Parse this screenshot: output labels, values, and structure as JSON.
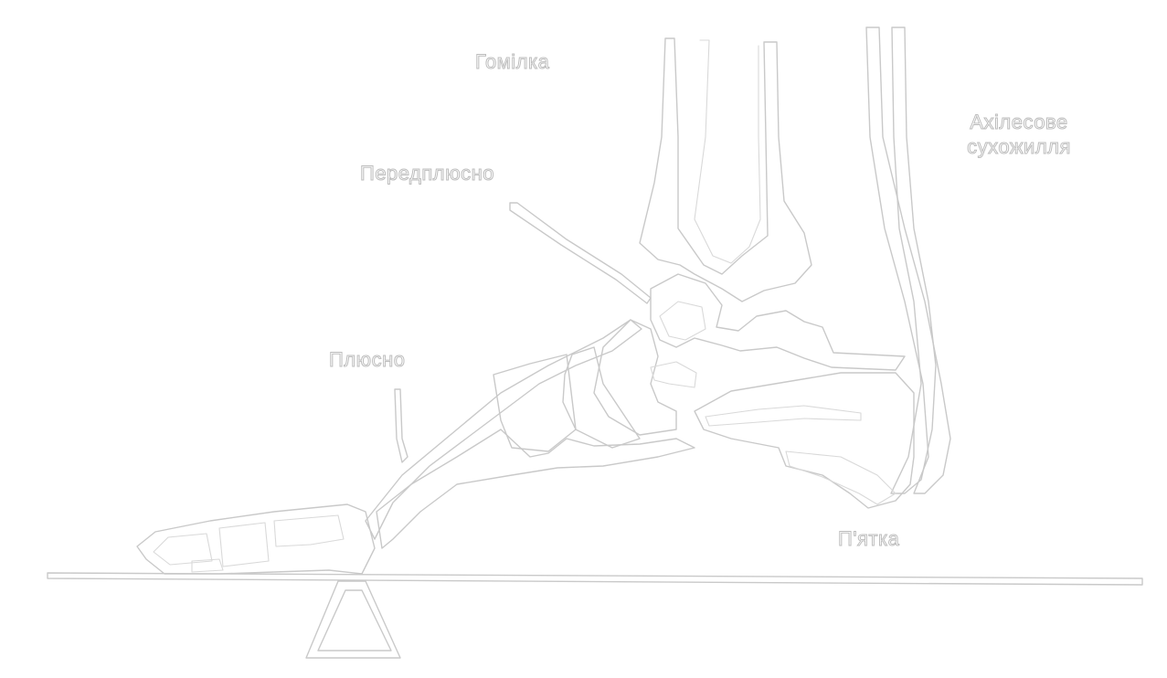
{
  "labels": {
    "shin": "Гомілка",
    "tarsus": "Передплюсно",
    "metatarsus": "Плюсно",
    "achilles_line1": "Ахілесове",
    "achilles_line2": "сухожилля",
    "heel": "П'ятка"
  },
  "colors": {
    "background": "#ffffff",
    "outline": "#c9c9c9",
    "label_fill": "#ffffff",
    "label_stroke": "#bdbdbd"
  }
}
